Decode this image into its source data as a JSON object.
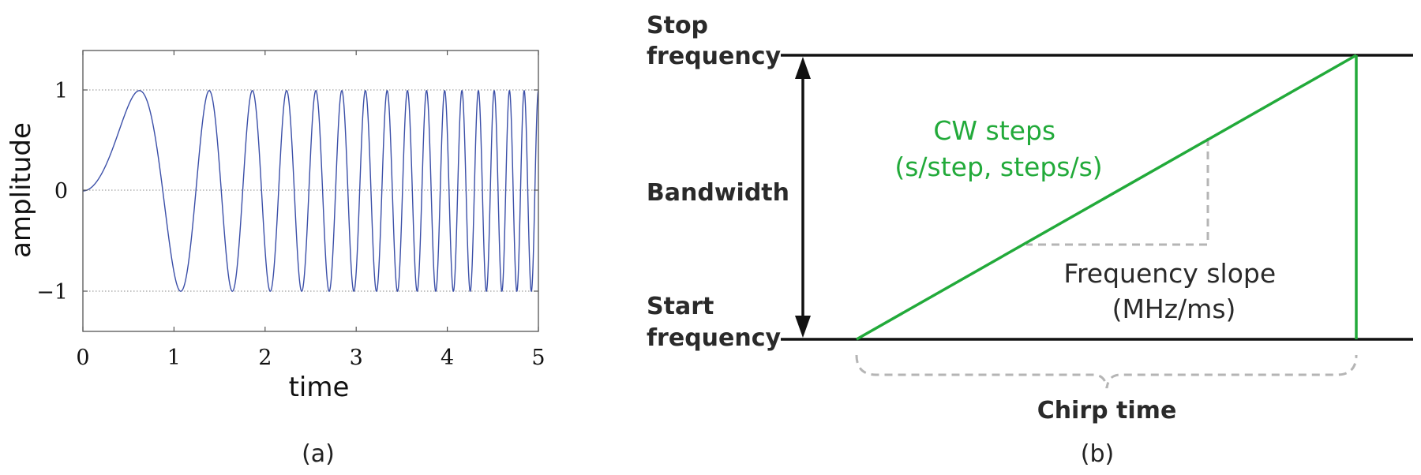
{
  "panel_a": {
    "caption": "(a)",
    "chart_data": {
      "type": "line",
      "xlabel": "time",
      "ylabel": "amplitude",
      "xlim": [
        0,
        5
      ],
      "ylim": [
        -1.4,
        1.4
      ],
      "xticks": [
        "0",
        "1",
        "2",
        "3",
        "4",
        "5"
      ],
      "yticks": [
        "1",
        "0",
        "−1"
      ],
      "series": [
        {
          "function": "sin(2*pi*f(t)*t), linear chirp",
          "x_start": 0,
          "x_end": 5,
          "f0": 0,
          "rate": 0.65,
          "color": "#3b4fa8"
        }
      ],
      "grid": "dotted horizontal at -1, 0, 1"
    }
  },
  "panel_b": {
    "caption": "(b)",
    "stop_label": [
      "Stop",
      "frequency"
    ],
    "start_label": [
      "Start",
      "frequency"
    ],
    "bandwidth_label": "Bandwidth",
    "cw_label": [
      "CW steps",
      "(s/step, steps/s)"
    ],
    "slope_label": [
      "Frequency slope",
      "(MHz/ms)"
    ],
    "chirp_label": "Chirp time",
    "colors": {
      "chirp": "#22aa3a",
      "lines": "#111111",
      "guide": "#b5b5b5",
      "text": "#2a2a2a"
    }
  }
}
